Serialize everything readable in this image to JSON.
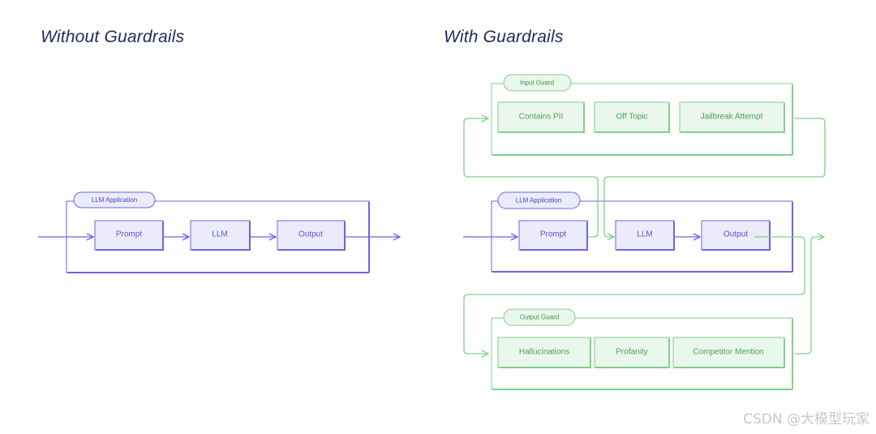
{
  "titles": {
    "left": "Without Guardrails",
    "right": "With Guardrails"
  },
  "left": {
    "container": "LLM Application",
    "nodes": [
      "Prompt",
      "LLM",
      "Output"
    ]
  },
  "right": {
    "input_guard": {
      "tag": "Input Guard",
      "checks": [
        "Contains PII",
        "Off Topic",
        "Jailbreak Attempt"
      ]
    },
    "app": {
      "tag": "LLM Application",
      "nodes": [
        "Prompt",
        "LLM",
        "Output"
      ]
    },
    "output_guard": {
      "tag": "Output Guard",
      "checks": [
        "Hallucinations",
        "Profanity",
        "Competitor Mention"
      ]
    }
  },
  "colors": {
    "purple": "#6b63e6",
    "purple_fill": "#ecebfb",
    "green": "#7ed08a",
    "green_fill": "#eaf7ec",
    "green_text": "#4b9f58",
    "title": "#1f2a5e"
  },
  "watermark": "CSDN @大模型玩家"
}
